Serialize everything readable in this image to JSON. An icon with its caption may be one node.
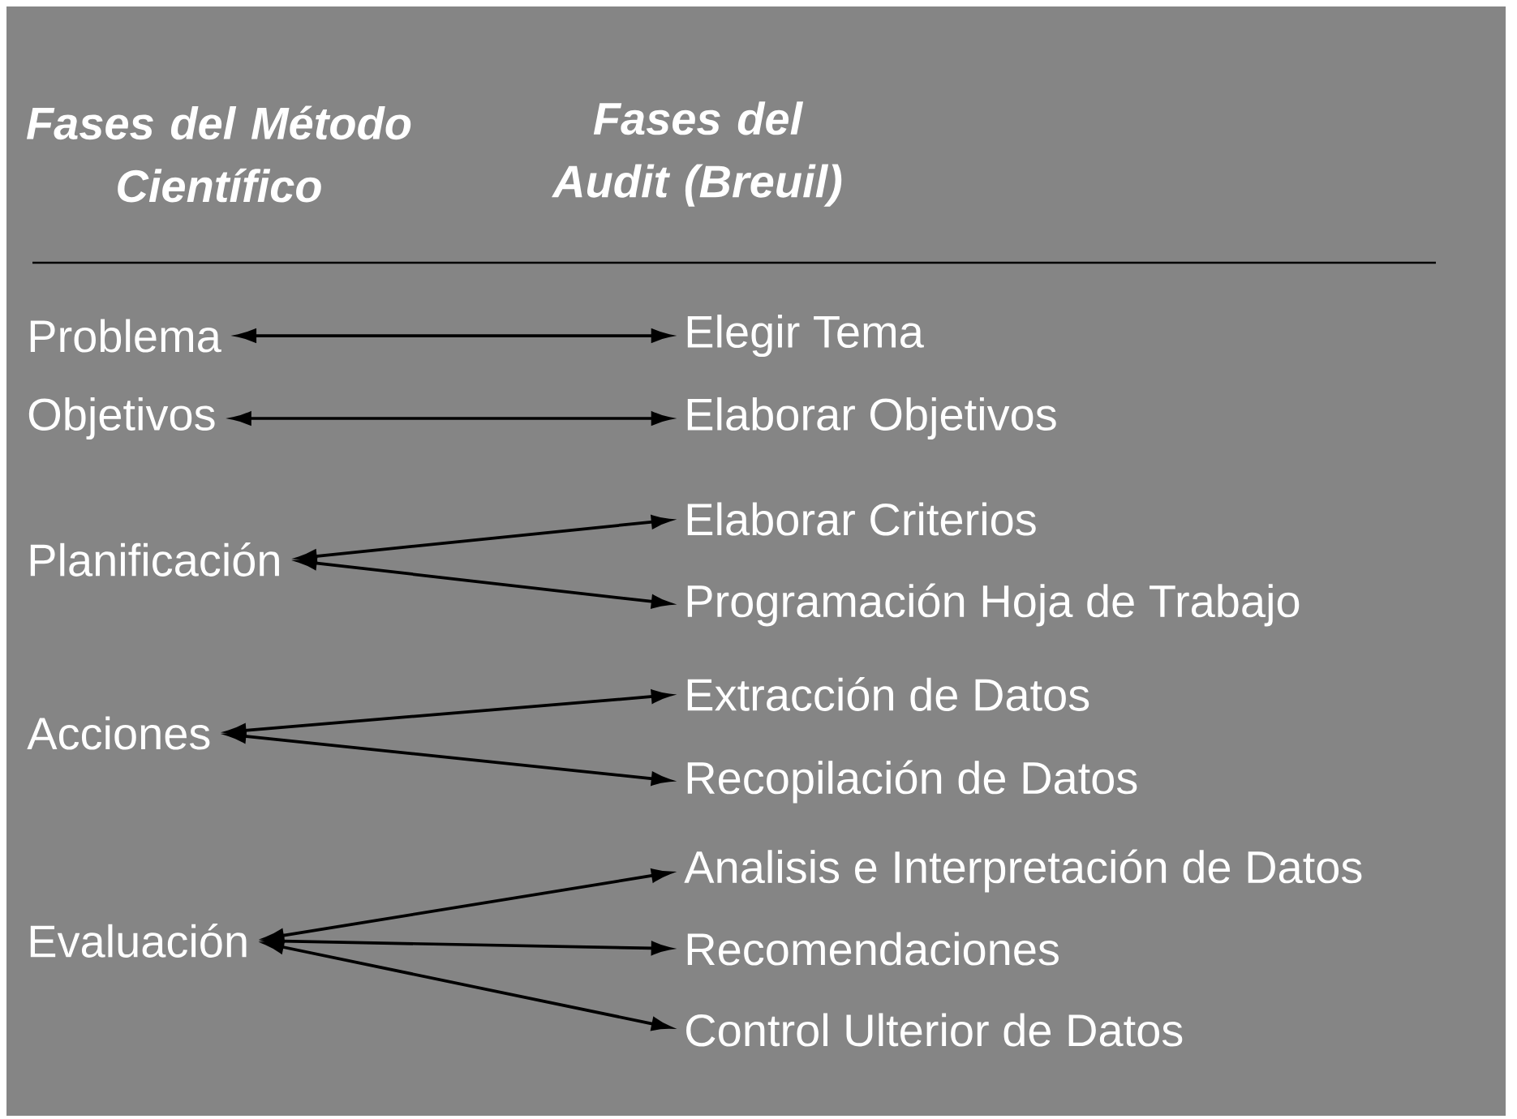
{
  "diagram": {
    "nodes": [
      {
        "text": [
          "Problema"
        ]
      },
      {
        "text": [
          "Objetivos"
        ]
      },
      {
        "text": [
          "Planificación"
        ]
      },
      {
        "text": [
          "Acciones"
        ]
      },
      {
        "text": [
          "Evaluación"
        ]
      },
      {
        "text": [
          "Elegir Tema"
        ]
      },
      {
        "text": [
          "Elaborar Objetivos"
        ]
      },
      {
        "text": [
          "Elaborar Criterios"
        ]
      },
      {
        "text": [
          "Programación Hoja de Trabajo"
        ]
      },
      {
        "text": [
          "Extracción de Datos"
        ]
      },
      {
        "text": [
          "Recopilación de Datos"
        ]
      },
      {
        "text": [
          "Analisis e Interpretación de Datos"
        ]
      },
      {
        "text": [
          "Recomendaciones"
        ]
      },
      {
        "text": [
          "Control Ulterior de Datos"
        ]
      }
    ],
    "edges": [
      {
        "from": 0,
        "to": 5,
        "arrow": "both"
      },
      {
        "from": 1,
        "to": 6,
        "arrow": "both"
      },
      {
        "from": 2,
        "to": 7,
        "arrow": "both"
      },
      {
        "from": 2,
        "to": 8,
        "arrow": "both"
      },
      {
        "from": 3,
        "to": 9,
        "arrow": "both"
      },
      {
        "from": 3,
        "to": 10,
        "arrow": "both"
      },
      {
        "from": 4,
        "to": 11,
        "arrow": "both"
      },
      {
        "from": 4,
        "to": 12,
        "arrow": "both"
      },
      {
        "from": 4,
        "to": 13,
        "arrow": "both"
      }
    ],
    "labels": [
      "Fases del Método Científico",
      "Fases del Audit (Breuil)"
    ]
  }
}
